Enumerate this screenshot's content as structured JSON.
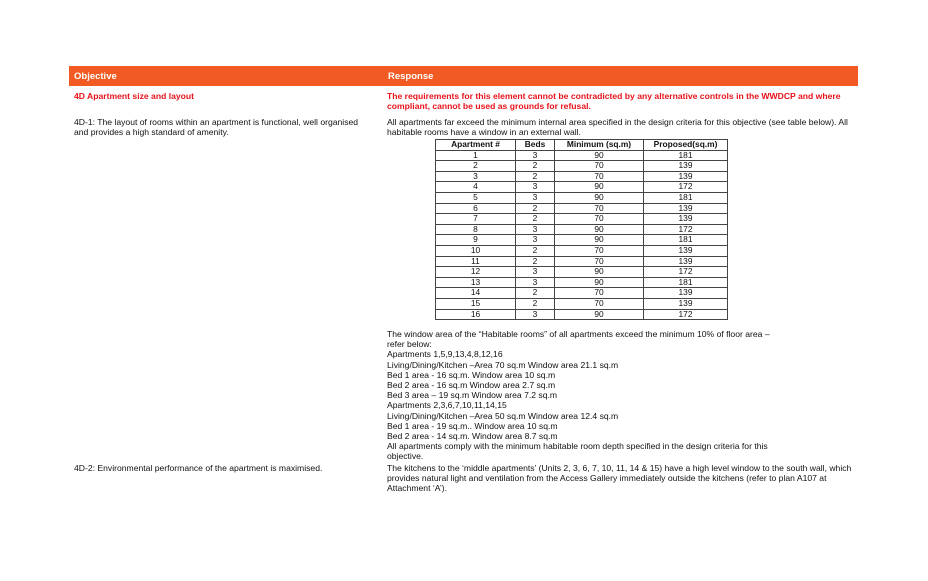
{
  "header": {
    "objective": "Objective",
    "response": "Response"
  },
  "section": {
    "title": "4D Apartment size and layout",
    "notice": "The requirements for this element cannot be contradicted by any alternative controls in the WWDCP and where compliant, cannot be used as grounds for refusal."
  },
  "item1": {
    "objective": "4D-1: The layout of rooms within an apartment is functional, well organised and provides a high standard of amenity.",
    "response": "All apartments far exceed the minimum internal area specified in the design criteria for this objective (see table below).  All habitable rooms have a window in an external wall."
  },
  "table": {
    "headers": [
      "Apartment #",
      "Beds",
      "Minimum (sq.m)",
      "Proposed(sq.m)"
    ],
    "rows": [
      [
        "1",
        "3",
        "90",
        "181"
      ],
      [
        "2",
        "2",
        "70",
        "139"
      ],
      [
        "3",
        "2",
        "70",
        "139"
      ],
      [
        "4",
        "3",
        "90",
        "172"
      ],
      [
        "5",
        "3",
        "90",
        "181"
      ],
      [
        "6",
        "2",
        "70",
        "139"
      ],
      [
        "7",
        "2",
        "70",
        "139"
      ],
      [
        "8",
        "3",
        "90",
        "172"
      ],
      [
        "9",
        "3",
        "90",
        "181"
      ],
      [
        "10",
        "2",
        "70",
        "139"
      ],
      [
        "11",
        "2",
        "70",
        "139"
      ],
      [
        "12",
        "3",
        "90",
        "172"
      ],
      [
        "13",
        "3",
        "90",
        "181"
      ],
      [
        "14",
        "2",
        "70",
        "139"
      ],
      [
        "15",
        "2",
        "70",
        "139"
      ],
      [
        "16",
        "3",
        "90",
        "172"
      ]
    ]
  },
  "window_lines": [
    "The window area of the “Habitable rooms” of all apartments exceed the minimum 10% of floor area –",
    "refer below:",
    "Apartments 1,5,9,13,4,8,12,16",
    "Living/Dining/Kitchen –Area 70 sq.m    Window area  21.1 sq.m",
    "Bed 1 area  - 16 sq.m.   Window area 10 sq.m",
    "Bed 2 area  - 16 sq.m   Window area 2.7 sq.m",
    "Bed 3 area – 19 sq.m  Window area 7.2 sq.m",
    "Apartments 2,3,6,7,10,11,14,15",
    "Living/Dining/Kitchen –Area 50 sq.m    Window area  12.4 sq.m",
    "Bed 1 area  - 19 sq.m..  Window area 10 sq.m",
    "Bed 2 area  - 14 sq.m.  Window area 8.7 sq.m",
    "All apartments comply with the minimum habitable room depth specified in the design criteria for this",
    "objective."
  ],
  "item2": {
    "objective": "4D-2: Environmental performance of the apartment is maximised.",
    "response": "The kitchens to the ‘middle apartments’ (Units 2, 3, 6, 7, 10, 11, 14 & 15) have a high level window to the south wall, which provides natural light and ventilation from the Access Gallery immediately outside the kitchens (refer to plan A107 at Attachment ‘A’)."
  },
  "colors": {
    "header_bg": "#f15a22",
    "notice": "#e8121a"
  }
}
